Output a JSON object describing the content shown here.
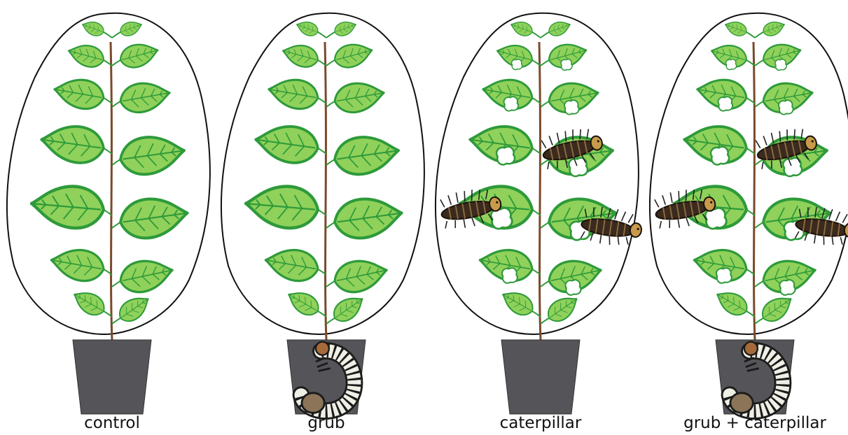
{
  "panels": [
    {
      "id": "control",
      "label": "control",
      "grub": false,
      "caterpillar": false
    },
    {
      "id": "grub",
      "label": "grub",
      "grub": true,
      "caterpillar": false
    },
    {
      "id": "caterpillar",
      "label": "caterpillar",
      "grub": false,
      "caterpillar": true
    },
    {
      "id": "grub-caterpillar",
      "label": "grub + caterpillar",
      "grub": true,
      "caterpillar": true
    }
  ],
  "colors": {
    "leaf_fill": "#8fd15a",
    "leaf_edge": "#2e9a3a",
    "stem": "#7a4a2a",
    "pot": "#555559",
    "outline": "#111111",
    "caterpillar": "#3b2a1e",
    "grub": "#f0efe6"
  },
  "icons": {
    "leaf": "leaf-icon",
    "pot": "flower-pot-icon",
    "grub": "grub-icon",
    "caterpillar": "caterpillar-icon"
  }
}
